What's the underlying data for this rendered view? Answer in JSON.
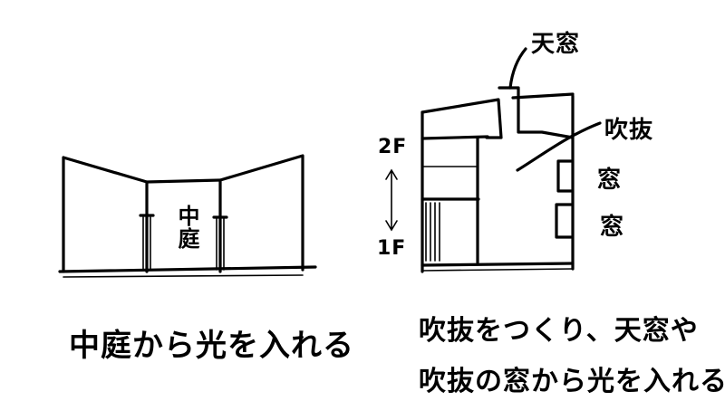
{
  "left": {
    "courtyard_label": "中庭",
    "caption": "中庭から光を入れる"
  },
  "right": {
    "skylight_label": "天窓",
    "void_label": "吹抜",
    "window_label_1": "窓",
    "window_label_2": "窓",
    "floor_2": "2F",
    "floor_1": "1F",
    "caption_line_1": "吹抜をつくり、天窓や",
    "caption_line_2": "吹抜の窓から光を入れる"
  }
}
